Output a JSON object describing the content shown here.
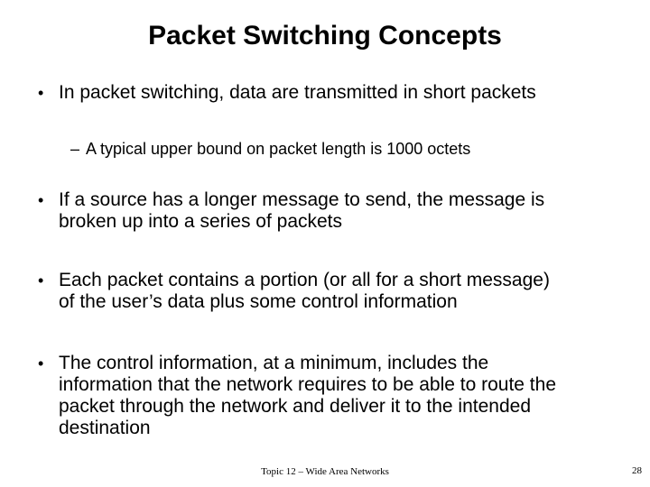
{
  "slide": {
    "title": "Packet Switching Concepts",
    "bullets": [
      {
        "level": 1,
        "marker": "•",
        "text": "In packet switching, data are transmitted in short packets"
      },
      {
        "level": 2,
        "marker": "–",
        "text": "A typical upper bound on packet length is 1000 octets"
      },
      {
        "level": 1,
        "marker": "•",
        "text": "If a source has a longer message to send, the message is\nbroken up into a series of packets"
      },
      {
        "level": 1,
        "marker": "•",
        "text": "Each packet contains a portion (or all for a short message)\nof the user’s data plus some control information"
      },
      {
        "level": 1,
        "marker": "•",
        "text": "The control information, at a minimum, includes the\ninformation that the network requires to be able to route the\npacket through the network and deliver it to the intended\ndestination"
      }
    ],
    "footer": {
      "text": "Topic 12 – Wide Area Networks",
      "page_number": "28"
    },
    "colors": {
      "background": "#ffffff",
      "text": "#000000"
    }
  }
}
